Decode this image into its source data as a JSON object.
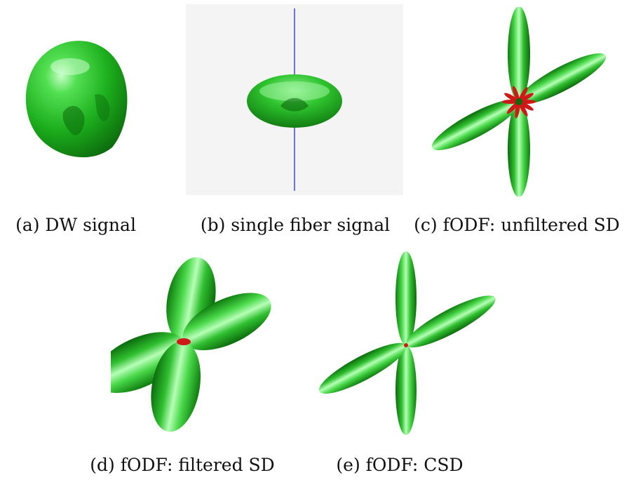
{
  "figure": {
    "panels": [
      {
        "id": "a",
        "caption": "(a) DW signal",
        "subject": "dw-signal-glyph"
      },
      {
        "id": "b",
        "caption": "(b) single fiber signal",
        "subject": "single-fiber-disk-glyph"
      },
      {
        "id": "c",
        "caption": "(c) fODF: unfiltered SD",
        "subject": "fodf-four-lobe-glyph-with-red-spikes"
      },
      {
        "id": "d",
        "caption": "(d) fODF: filtered SD",
        "subject": "fodf-broad-lobed-glyph"
      },
      {
        "id": "e",
        "caption": "(e) fODF: CSD",
        "subject": "fodf-four-lobe-crossing-glyph"
      }
    ],
    "colors": {
      "glyph_green": "#1fb51f",
      "glyph_green_dark": "#0a6e0a",
      "glyph_highlight": "#d8ffd8",
      "negative_lobe_red": "#d01818",
      "axis_line_blue": "#4040ff",
      "panel_b_background": "#f4f4f4"
    }
  }
}
